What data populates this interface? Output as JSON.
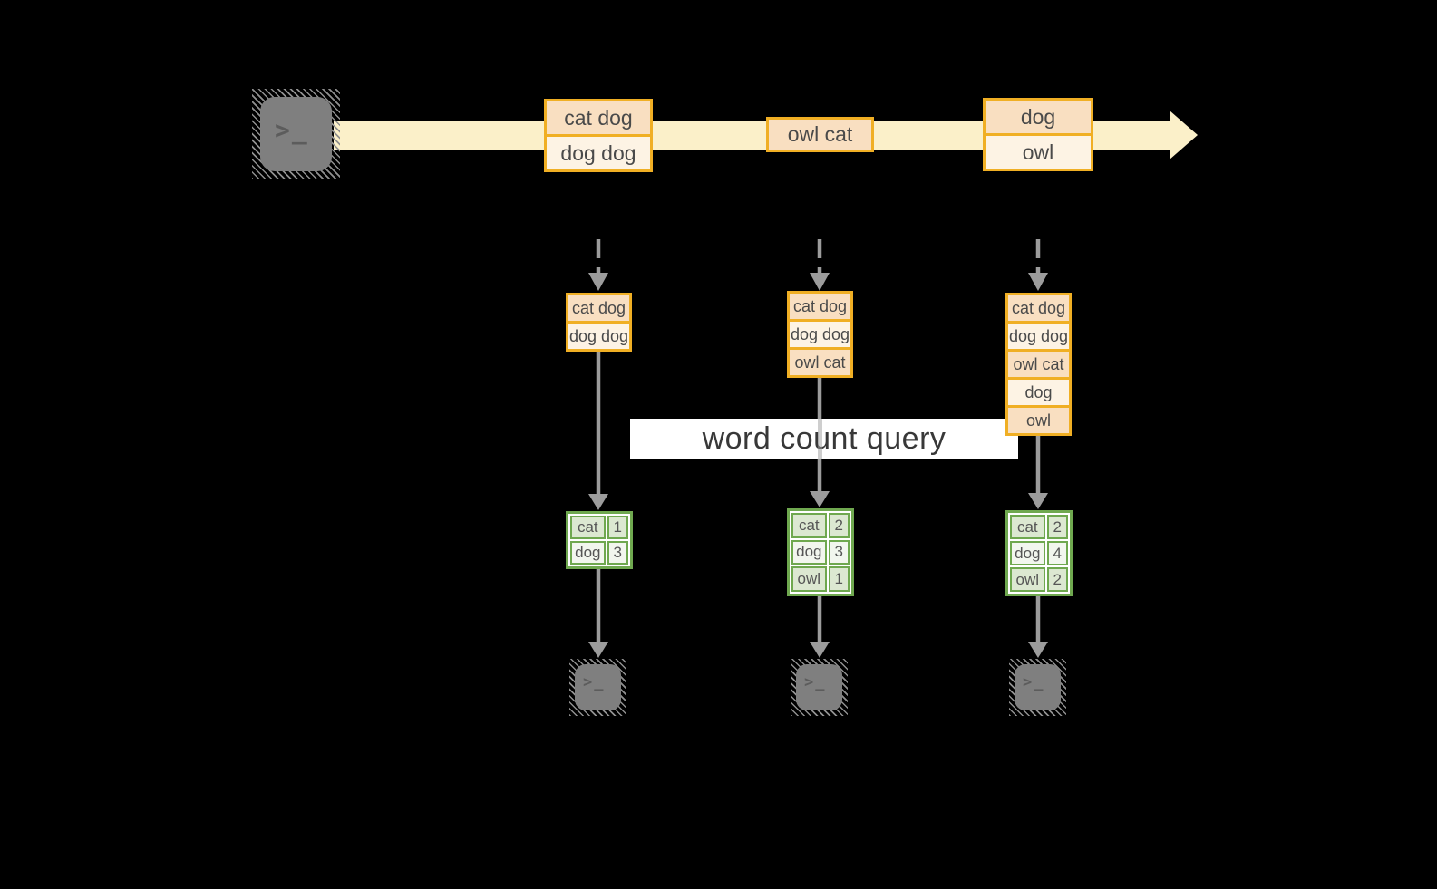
{
  "diagram": {
    "query_label": "word count query",
    "terminal_glyphs": {
      "prompt": ">",
      "cursor": "_"
    },
    "source_icon": "terminal-icon",
    "sink_icons": [
      "terminal-icon",
      "terminal-icon",
      "terminal-icon"
    ],
    "stream_batches": [
      {
        "lines": [
          "cat dog",
          "dog dog"
        ]
      },
      {
        "lines": [
          "owl cat"
        ]
      },
      {
        "lines": [
          "dog",
          "owl"
        ]
      }
    ],
    "accumulated_states": [
      {
        "lines": [
          "cat dog",
          "dog dog"
        ]
      },
      {
        "lines": [
          "cat dog",
          "dog dog",
          "owl cat"
        ]
      },
      {
        "lines": [
          "cat dog",
          "dog dog",
          "owl cat",
          "dog",
          "owl"
        ]
      }
    ],
    "word_count_tables": [
      {
        "rows": [
          {
            "word": "cat",
            "count": "1"
          },
          {
            "word": "dog",
            "count": "3"
          }
        ]
      },
      {
        "rows": [
          {
            "word": "cat",
            "count": "2"
          },
          {
            "word": "dog",
            "count": "3"
          },
          {
            "word": "owl",
            "count": "1"
          }
        ]
      },
      {
        "rows": [
          {
            "word": "cat",
            "count": "2"
          },
          {
            "word": "dog",
            "count": "4"
          },
          {
            "word": "owl",
            "count": "2"
          }
        ]
      }
    ]
  },
  "colors": {
    "background": "#000000",
    "stream_band": "#FBF0C9",
    "box_border": "#F0AF24",
    "box_fill_dark": "#F9DFC1",
    "box_fill_light": "#FDF3E4",
    "table_border": "#6FA84F",
    "table_cell_dark": "#DCE8D1",
    "table_cell_light": "#F2F6EE",
    "arrow_gray": "#9C9C9C",
    "terminal_gray": "#7F7F7F",
    "query_band": "#FFFFFF",
    "text": "#4A4A4A"
  }
}
